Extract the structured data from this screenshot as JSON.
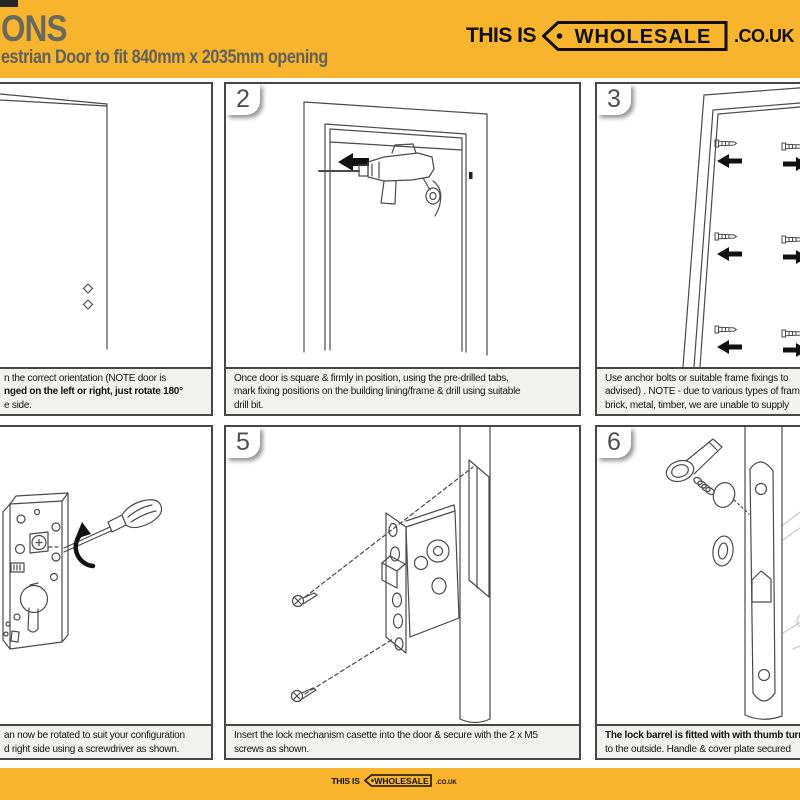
{
  "colors": {
    "brand_yellow": "#F8B42C",
    "line_art": "#4a4a4a"
  },
  "header": {
    "title": "ONS",
    "subtitle": "estrian Door to fit 840mm x 2035mm opening",
    "logo": {
      "prefix": "THIS IS",
      "tag": "WHOLESALE",
      "suffix": ".CO.UK"
    }
  },
  "footer": {
    "logo": {
      "prefix": "THIS IS",
      "tag": "WHOLESALE",
      "suffix": ".CO.UK"
    }
  },
  "panels": [
    {
      "number": "",
      "caption_lines": [
        "n the correct orientation (NOTE door is",
        "nged on the left or right, just rotate 180°",
        "e side."
      ]
    },
    {
      "number": "2",
      "caption_lines": [
        "Once door is square & firmly in position, using the pre-drilled tabs,",
        "mark fixing positions on the building lining/frame & drill using suitable",
        "drill bit."
      ]
    },
    {
      "number": "3",
      "caption_lines": [
        "Use anchor bolts or suitable frame fixings to",
        "advised) . NOTE - due to various types of frame",
        "brick, metal, timber, we are unable to supply"
      ]
    },
    {
      "number": "",
      "caption_lines": [
        "an now be rotated to suit your configuration",
        "d right side using a screwdriver as shown."
      ]
    },
    {
      "number": "5",
      "caption_lines": [
        "Insert the lock mechanism casette into the door & secure with the 2 x M5",
        "screws as shown."
      ]
    },
    {
      "number": "6",
      "caption_lines": [
        "The lock barrel is fitted with with thumb turn",
        "to the outside. Handle & cover plate secured"
      ]
    }
  ]
}
